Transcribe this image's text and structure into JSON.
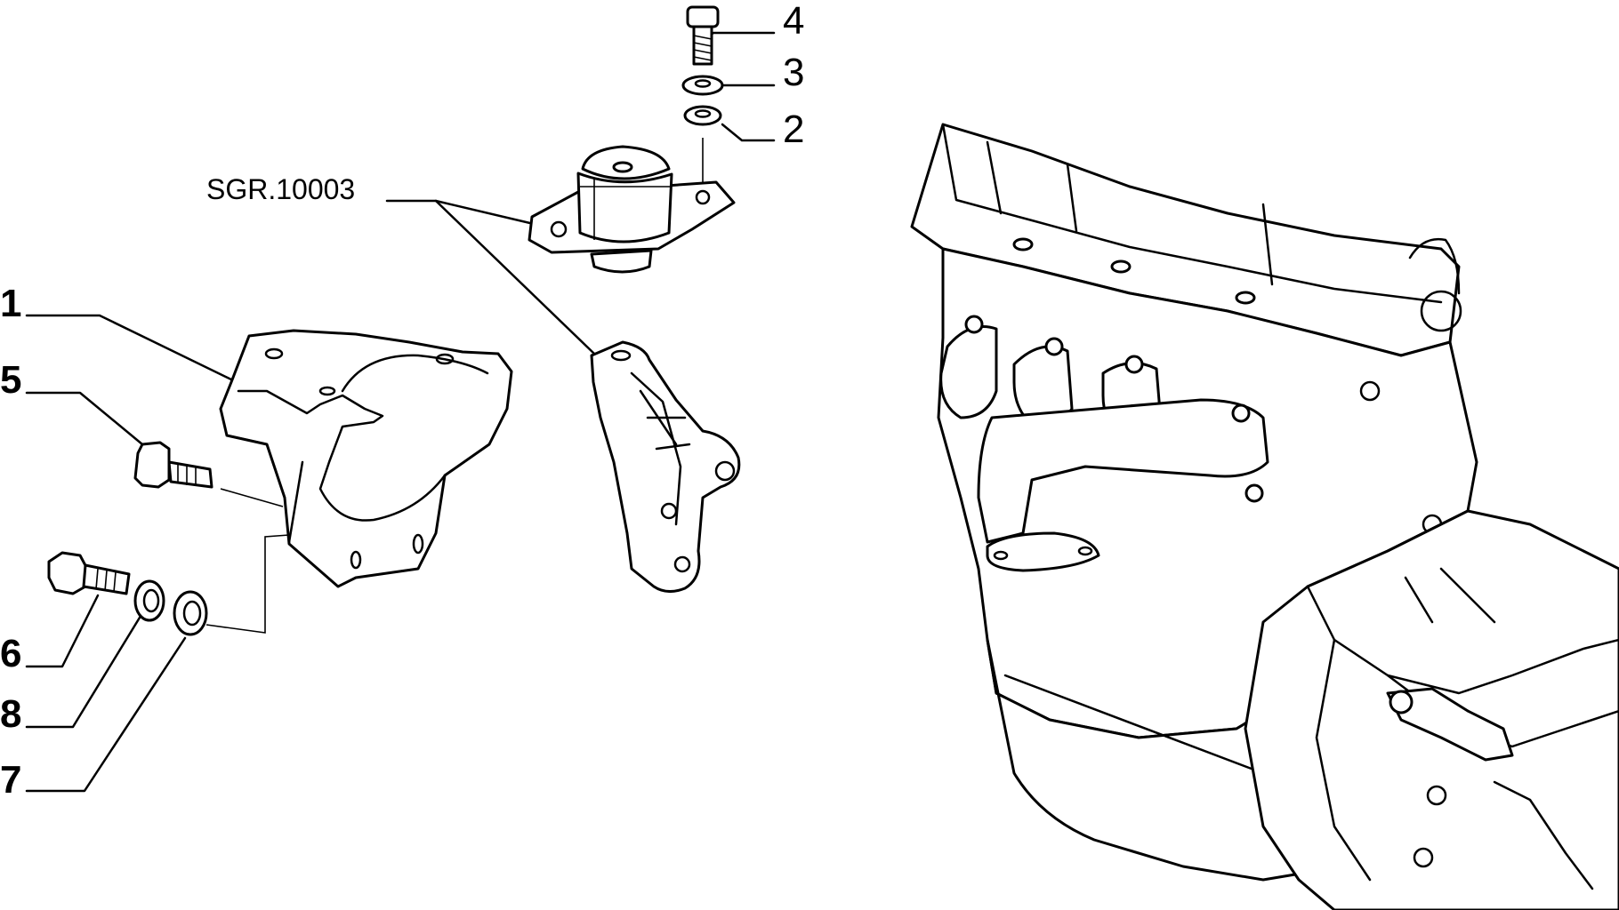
{
  "diagram": {
    "reference_label": "SGR.10003",
    "callouts": [
      {
        "id": "1",
        "text": "1"
      },
      {
        "id": "2",
        "text": "2"
      },
      {
        "id": "3",
        "text": "3"
      },
      {
        "id": "4",
        "text": "4"
      },
      {
        "id": "5",
        "text": "5"
      },
      {
        "id": "6",
        "text": "6"
      },
      {
        "id": "7",
        "text": "7"
      },
      {
        "id": "8",
        "text": "8"
      }
    ]
  }
}
